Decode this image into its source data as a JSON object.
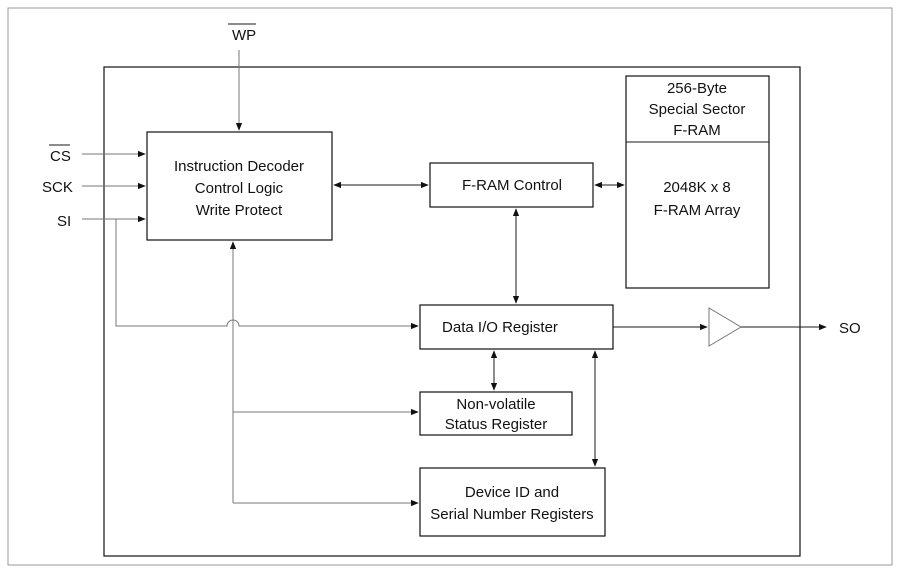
{
  "pins": {
    "wp": "WP",
    "cs": "CS",
    "sck": "SCK",
    "si": "SI",
    "so": "SO"
  },
  "blocks": {
    "decoder": [
      "Instruction Decoder",
      "Control Logic",
      "Write Protect"
    ],
    "fram_control": "F-RAM Control",
    "special_sector": [
      "256-Byte",
      "Special Sector",
      "F-RAM"
    ],
    "fram_array": [
      "2048K x 8",
      "F-RAM Array"
    ],
    "data_io": "Data I/O Register",
    "status_register": [
      "Non-volatile",
      "Status Register"
    ],
    "device_id": [
      "Device ID and",
      "Serial Number Registers"
    ]
  },
  "colors": {
    "line": "#1a1a1a",
    "box_stroke": "#111111",
    "outer_frame": "#9a9a9a"
  }
}
